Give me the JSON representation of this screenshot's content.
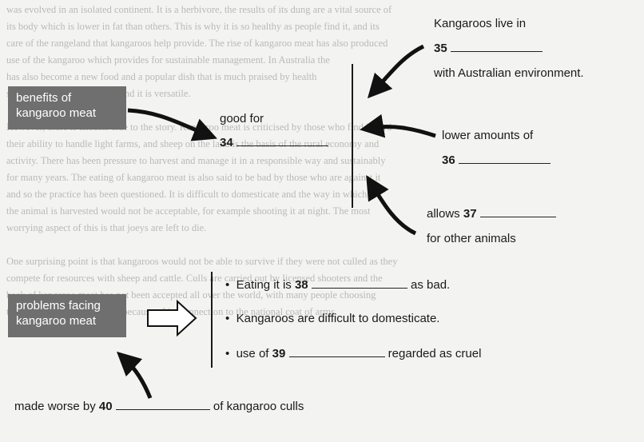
{
  "background_text": [
    "was evolved in an isolated continent. It is a herbivore, the results of its dung are a vital source of",
    "its body which is lower in fat than others. This is why it is so healthy as people find it, and its",
    "care of the rangeland that kangaroos help provide. The rise of kangaroo meat has also produced",
    "use of the kangaroo which provides for sustainable management. In Australia the",
    "has also become a new food and a popular dish that is much praised by health",
    "suitable for many occasions and it is versatile.",
    "",
    "However, there is another side to the story. Kangaroo meat is criticised by those who find it hard",
    "their ability to handle light farms, and sheep on the land is the basis of the rural economy and",
    "activity. There has been pressure to harvest and manage it in a responsible way and sustainably",
    "for many years. The eating of kangaroo meat is also said to be bad by those who are against it",
    "and so the practice has been questioned. It is difficult to domesticate and the way in which",
    "the animal is harvested would not be acceptable, for example shooting it at night. The most",
    "worrying aspect of this is that joeys are left to die.",
    "",
    "One surprising point is that kangaroos would not be able to survive if they were not culled as they",
    "compete for resources with sheep and cattle. Culls are carried out by licensed shooters and the",
    "back of kangaroo meat has not been accepted all over the world, with many people choosing",
    "to reject it as a national food because of its connection to the national coat of arms."
  ],
  "left_labels": {
    "benefits": "benefits of kangaroo meat",
    "problems": "problems facing kangaroo meat"
  },
  "benefits": {
    "top_right_line1": "Kangaroos live in",
    "q35_number": "35",
    "top_right_line3": "with Australian environment.",
    "good_for": "good for",
    "q34_number": "34",
    "lower_amounts": "lower amounts of",
    "q36_number": "36",
    "allows_prefix": "allows",
    "q37_number": "37",
    "for_other_animals": "for other animals"
  },
  "problems": {
    "bullet1_prefix": "Eating it is",
    "q38_number": "38",
    "bullet1_suffix": "as bad.",
    "bullet2": "Kangaroos are difficult to domesticate.",
    "bullet3_prefix": "use of",
    "q39_number": "39",
    "bullet3_suffix": "regarded as cruel",
    "made_worse_prefix": "made worse by",
    "q40_number": "40",
    "made_worse_suffix": "of kangaroo culls"
  }
}
